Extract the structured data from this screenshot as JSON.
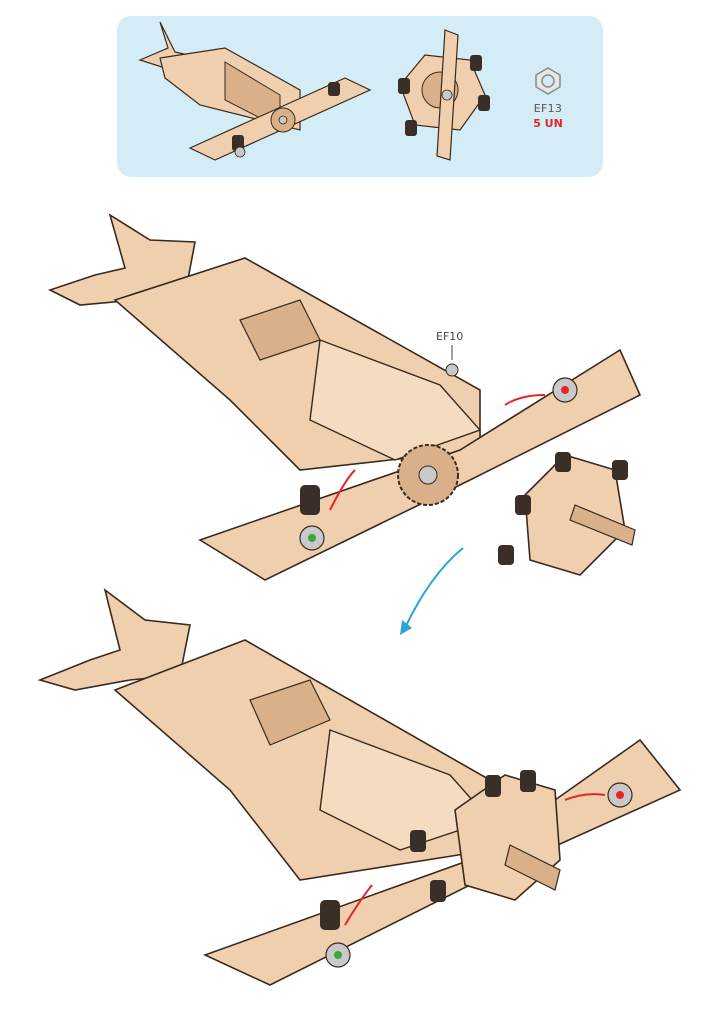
{
  "legend": {
    "part_code": "EF13",
    "part_quantity": "5 UN"
  },
  "callouts": {
    "step_part": "EF10"
  },
  "colors": {
    "panel_bg": "#d3ecf6",
    "wood": "#f0cfae",
    "wood_dark": "#d9b089",
    "outline": "#3a2a1e",
    "metal": "#c9c9c9",
    "motor": "#3a2f28",
    "arrow": "#2aa3d6",
    "wire_red": "#e3262a",
    "led_red": "#e3262a",
    "led_green": "#3aa53a",
    "qty_red": "#e3262a"
  },
  "icons": {
    "hex_nut": "hex-nut-icon",
    "direction_arrow": "curved-arrow-icon"
  }
}
